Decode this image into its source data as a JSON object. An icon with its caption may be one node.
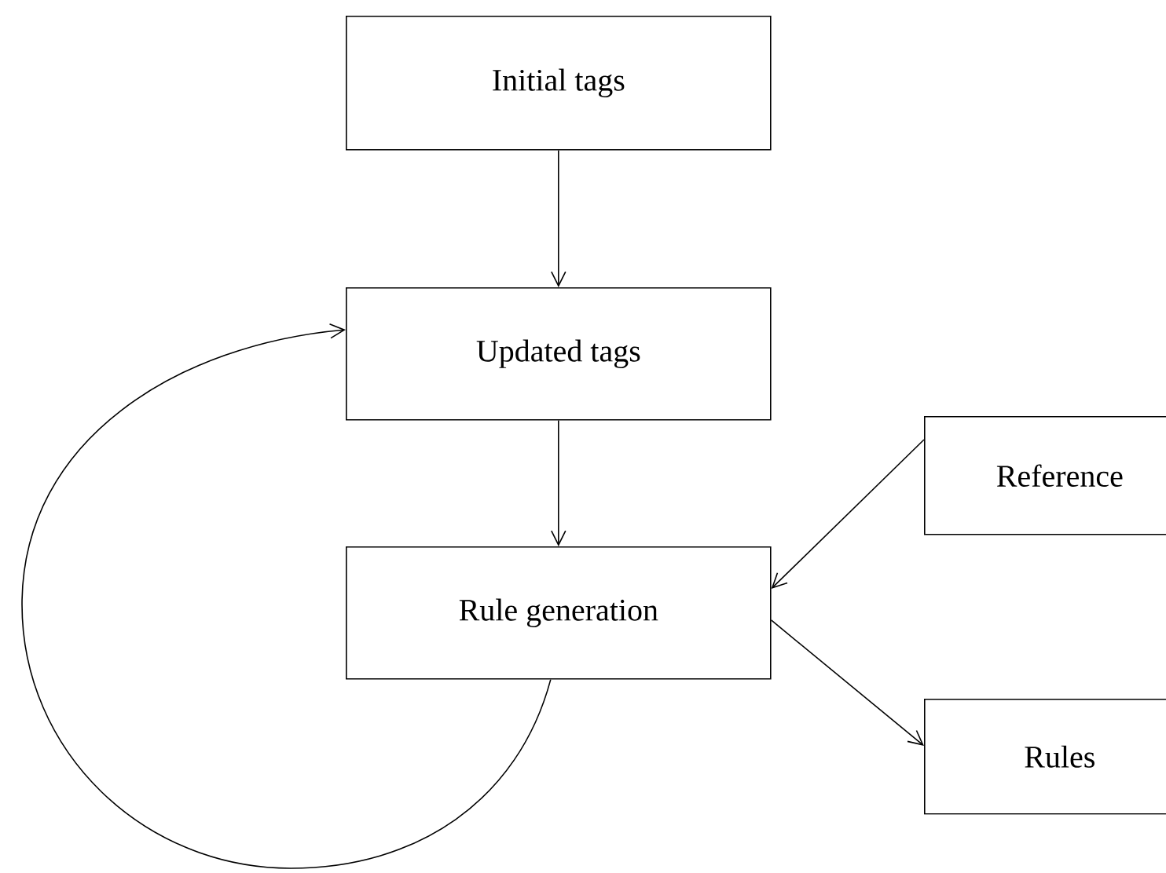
{
  "diagram": {
    "nodes": [
      {
        "text": [
          "Initial tags"
        ]
      },
      {
        "text": [
          "Updated tags"
        ]
      },
      {
        "text": [
          "Rule generation"
        ]
      },
      {
        "text": [
          "Reference"
        ]
      },
      {
        "text": [
          "Rules"
        ]
      }
    ],
    "edges": [
      {
        "from": 0,
        "to": 1,
        "arrow": "to"
      },
      {
        "from": 1,
        "to": 2,
        "arrow": "to"
      },
      {
        "from": 3,
        "to": 2,
        "arrow": "to"
      },
      {
        "from": 2,
        "to": 4,
        "arrow": "to"
      },
      {
        "from": 2,
        "to": 1,
        "arrow": "to"
      }
    ]
  }
}
